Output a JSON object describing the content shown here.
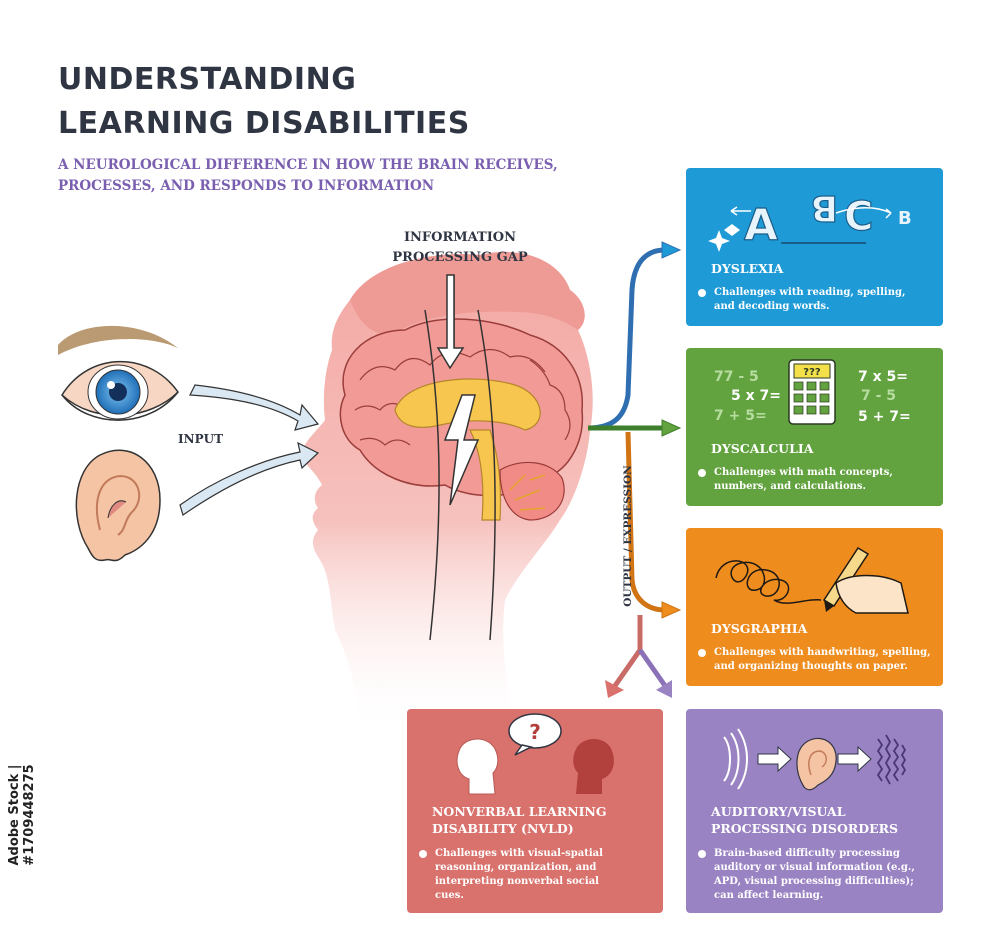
{
  "title_line1": "UNDERSTANDING",
  "title_line2": "LEARNING DISABILITIES",
  "subtitle_line1": "A NEUROLOGICAL DIFFERENCE IN HOW THE BRAIN RECEIVES,",
  "subtitle_line2": "PROCESSES, AND RESPONDS TO INFORMATION",
  "gap_line1": "INFORMATION",
  "gap_line2": "PROCESSING GAP",
  "input_label": "INPUT",
  "output_label": "OUTPUT / EXPRESSION",
  "stock_id": "Adobe Stock | #1709448275",
  "colors": {
    "dyslexia": "#1e9ad6",
    "dyscalculia": "#62a23f",
    "dysgraphia": "#ef8c1e",
    "nvld": "#d9716c",
    "auditory": "#9a83c2"
  },
  "cards": {
    "dyslexia": {
      "name": "DYSLEXIA",
      "desc_line1": "Challenges with reading, spelling,",
      "desc_line2": "and decoding words.",
      "icon_letters": [
        "A",
        "B",
        "C",
        "B"
      ]
    },
    "dyscalculia": {
      "name": "DYSCALCULIA",
      "desc_line1": "Challenges with math concepts,",
      "desc_line2": "numbers, and calculations.",
      "eq1": "77 - 5",
      "eq2": "5 x 7=",
      "eq3": "7 + 5=",
      "calc_display": "???",
      "eq4": "7 x 5=",
      "eq5": "7 - 5",
      "eq6": "5 + 7="
    },
    "dysgraphia": {
      "name": "DYSGRAPHIA",
      "desc_line1": "Challenges with handwriting, spelling,",
      "desc_line2": "and organizing thoughts on paper."
    },
    "nvld": {
      "name_line1": "NONVERBAL LEARNING",
      "name_line2": "DISABILITY (NVLD)",
      "desc_line1": "Challenges with visual-spatial",
      "desc_line2": "reasoning, organization, and",
      "desc_line3": "interpreting nonverbal social",
      "desc_line4": "cues.",
      "bubble": "?"
    },
    "auditory": {
      "name_line1": "AUDITORY/VISUAL",
      "name_line2": "PROCESSING DISORDERS",
      "desc_line1": "Brain-based difficulty processing",
      "desc_line2": "auditory or visual information (e.g.,",
      "desc_line3": "APD, visual processing difficulties);",
      "desc_line4": "can affect learning."
    }
  }
}
